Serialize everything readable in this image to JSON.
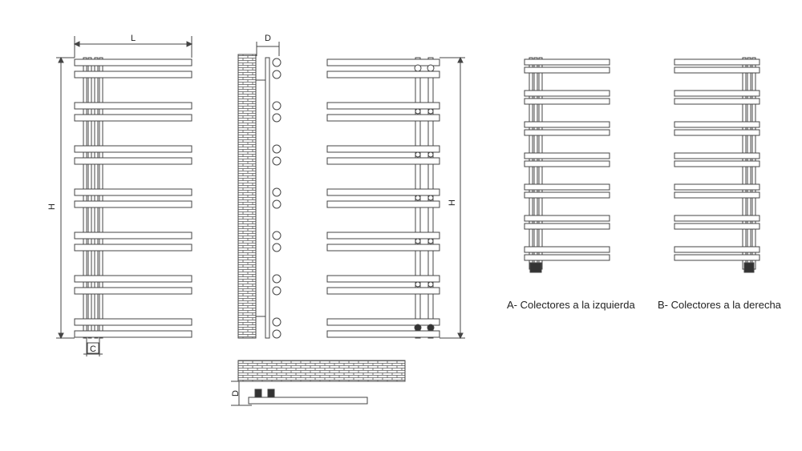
{
  "dimensions": {
    "width_label": "L",
    "depth_label": "D",
    "height_label": "H",
    "collector_label": "C"
  },
  "captions": {
    "left_collectors": "A- Colectores a la izquierda",
    "right_collectors": "B- Colectores a la derecha"
  },
  "colors": {
    "line": "#444444",
    "brick": "#555555",
    "valve": "#333333"
  }
}
